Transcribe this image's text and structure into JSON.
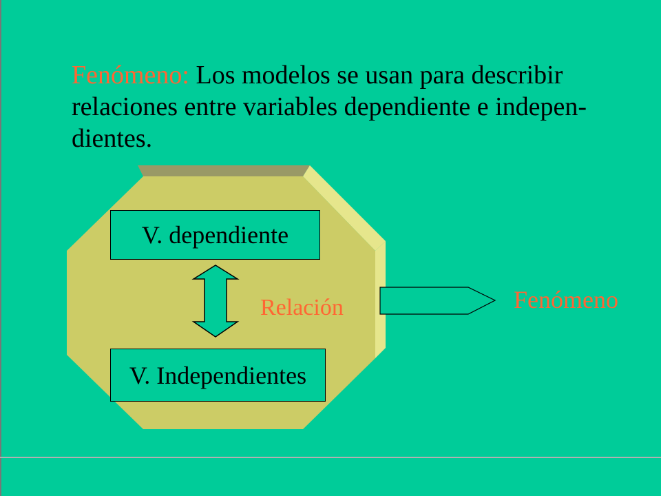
{
  "intro": {
    "lead": "Fenómeno:",
    "body": " Los modelos se usan para describir relaciones entre variables dependiente e indepen-dientes."
  },
  "diagram": {
    "dependent_label": "V. dependiente",
    "independent_label": "V. Independientes",
    "relation_label": "Relación",
    "phenomenon_label": "Fenómeno"
  },
  "colors": {
    "background": "#00cc99",
    "octagon_face": "#cccc66",
    "octagon_side": "#e6e68c",
    "octagon_top": "#999966",
    "accent_text": "#ff6633"
  }
}
